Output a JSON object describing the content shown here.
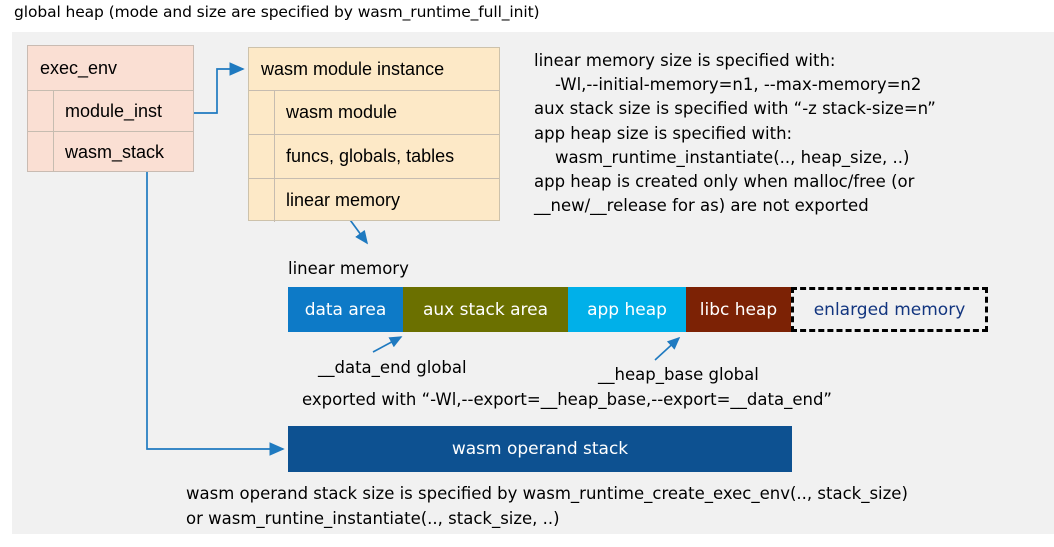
{
  "title": "global heap (mode and size are specified by wasm_runtime_full_init)",
  "colors": {
    "panel_bg": "#f1f1f1",
    "exec_env_fill": "#fadfd3",
    "module_inst_fill": "#fde9c7",
    "arrow": "#1f7ac0",
    "data_area": "#0d7ac7",
    "aux_stack_area": "#6b7000",
    "app_heap": "#00b0e9",
    "libc_heap": "#7c2205",
    "enlarged_memory_text": "#12357f",
    "operand_stack": "#0d5191"
  },
  "exec_env": {
    "header": "exec_env",
    "fields": [
      {
        "label": "module_inst"
      },
      {
        "label": "wasm_stack"
      }
    ]
  },
  "module_instance": {
    "header": "wasm module instance",
    "fields": [
      {
        "label": "wasm module"
      },
      {
        "label": "funcs, globals, tables"
      },
      {
        "label": "linear memory"
      }
    ]
  },
  "notes": {
    "right_block": "linear memory size is specified with:\n    -Wl,--initial-memory=n1, --max-memory=n2\naux stack size is specified with “-z stack-size=n”\napp heap size is specified with:\n    wasm_runtime_instantiate(.., heap_size, ..)\napp heap is created only when malloc/free (or\n__new/__release for as) are not exported",
    "exported_with": "exported with “-Wl,--export=__heap_base,--export=__data_end”",
    "bottom_block": "wasm operand stack size is specified by wasm_runtime_create_exec_env(.., stack_size)\nor wasm_runtine_instantiate(.., stack_size, ..)"
  },
  "captions": {
    "linear_memory": "linear memory",
    "data_end_global": "__data_end global",
    "heap_base_global": "__heap_base global"
  },
  "linear_memory_bar": {
    "segments": [
      {
        "label": "data area",
        "color": "#0d7ac7",
        "width": 115,
        "style": "solid"
      },
      {
        "label": "aux stack area",
        "color": "#6b7000",
        "width": 165,
        "style": "solid"
      },
      {
        "label": "app heap",
        "color": "#00b0e9",
        "width": 118,
        "style": "solid"
      },
      {
        "label": "libc heap",
        "color": "#7c2205",
        "width": 105,
        "style": "solid"
      },
      {
        "label": "enlarged memory",
        "color": "#f1f1f1",
        "width": 197,
        "style": "dashed"
      }
    ]
  },
  "operand_stack": {
    "label": "wasm operand stack"
  }
}
